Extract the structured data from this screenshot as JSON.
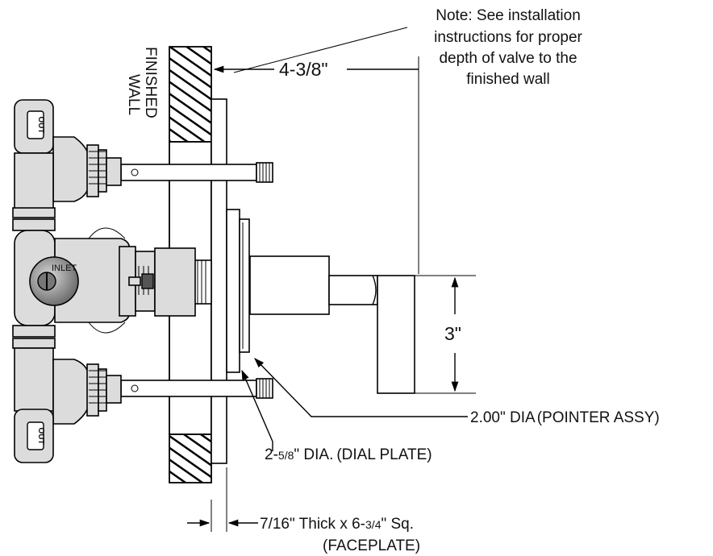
{
  "note": {
    "line1": "Note: See installation",
    "line2": "instructions for proper",
    "line3": "depth of valve to the",
    "line4": "finished wall"
  },
  "wall_label": {
    "line1": "FINISHED",
    "line2": "WALL"
  },
  "dimensions": {
    "depth": "4-3/8\"",
    "height": "3\"",
    "pointer": "2.00\" DIA",
    "pointer_name": "(POINTER ASSY)",
    "dial_whole": "2-",
    "dial_frac": "5/8",
    "dial_rest": "\" DIA.",
    "dial_name": "(DIAL PLATE)",
    "face_main": "7/16\" Thick x 6-",
    "face_frac": "3/4",
    "face_sq": "\" Sq.",
    "face_name": "(FACEPLATE)"
  },
  "port_labels": {
    "out_top": "OUT",
    "inlet": "INLET",
    "out_bottom": "OUT"
  },
  "colors": {
    "line": "#000000",
    "body_fill": "#dcdcdc",
    "inlet_cap": "#8a8a8a",
    "background": "#ffffff"
  }
}
